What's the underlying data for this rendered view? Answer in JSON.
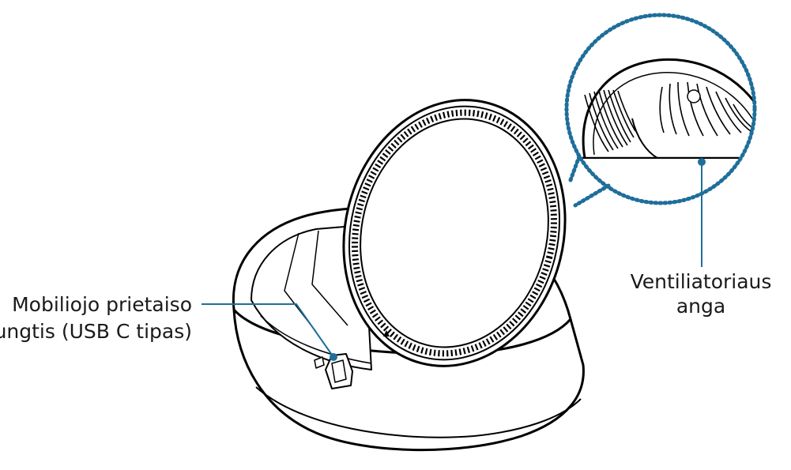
{
  "callouts": {
    "connector": {
      "line1": "Mobiliojo prietaiso",
      "line2": "jungtis (USB C tipas)"
    },
    "fan": {
      "line1": "Ventiliatoriaus",
      "line2": "anga"
    }
  },
  "colors": {
    "callout": "#1f6e9a",
    "outline": "#000000",
    "background": "#ffffff"
  },
  "icons": {
    "indicator": "triangle-up-icon"
  }
}
